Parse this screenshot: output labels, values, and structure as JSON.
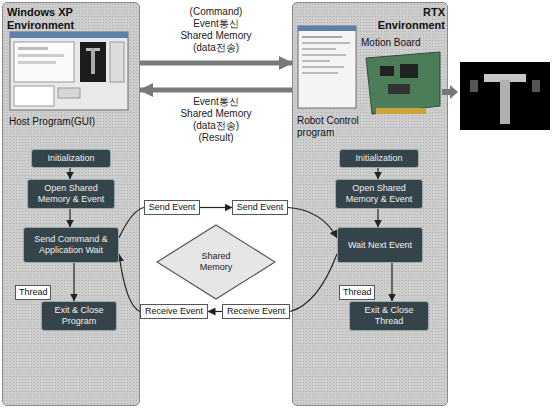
{
  "diagram": {
    "nodes": [
      {
        "text": [
          "Windows XP Environment",
          "Host Program(GUI)"
        ]
      },
      {
        "text": [
          "Initialization"
        ],
        "in": 0
      },
      {
        "text": [
          "Open Shared Memory & Event"
        ],
        "in": 0
      },
      {
        "text": [
          "Send Command & Application Wait"
        ],
        "in": 0
      },
      {
        "text": [
          "Thread"
        ],
        "in": 0
      },
      {
        "text": [
          "Exit & Close Program"
        ],
        "in": 0
      },
      {
        "text": [
          "RTX Environment",
          "Motion Board",
          "Robot Control program"
        ]
      },
      {
        "text": [
          "Initialization"
        ],
        "in": 6
      },
      {
        "text": [
          "Open Shared Memory & Event"
        ],
        "in": 6
      },
      {
        "text": [
          "Wait Next Event"
        ],
        "in": 6
      },
      {
        "text": [
          "Thread"
        ],
        "in": 6
      },
      {
        "text": [
          "Exit & Close Thread"
        ],
        "in": 6
      },
      {
        "text": [
          "Send Event"
        ]
      },
      {
        "text": [
          "Send Event"
        ]
      },
      {
        "text": [
          "Shared Memory"
        ]
      },
      {
        "text": [
          "Receive Event"
        ]
      },
      {
        "text": [
          "Receive Event"
        ]
      }
    ],
    "edges": [
      {
        "from": 0,
        "to": 6,
        "arrow": "to",
        "label": "(Command) Event통신 Shared Memory (data전송)"
      },
      {
        "from": 6,
        "to": 0,
        "arrow": "to",
        "label": "Event통신 Shared Memory (data전송) (Result)"
      },
      {
        "from": 1,
        "to": 2,
        "arrow": "to"
      },
      {
        "from": 2,
        "to": 3,
        "arrow": "to"
      },
      {
        "from": 3,
        "to": 5,
        "arrow": "to"
      },
      {
        "from": 7,
        "to": 8,
        "arrow": "to"
      },
      {
        "from": 8,
        "to": 9,
        "arrow": "to"
      },
      {
        "from": 9,
        "to": 11,
        "arrow": "to"
      },
      {
        "from": 3,
        "to": 12,
        "arrow": "none"
      },
      {
        "from": 12,
        "to": 13,
        "arrow": "to"
      },
      {
        "from": 13,
        "to": 9,
        "arrow": "to"
      },
      {
        "from": 9,
        "to": 16,
        "arrow": "none"
      },
      {
        "from": 16,
        "to": 15,
        "arrow": "to"
      },
      {
        "from": 15,
        "to": 3,
        "arrow": "to"
      }
    ]
  }
}
